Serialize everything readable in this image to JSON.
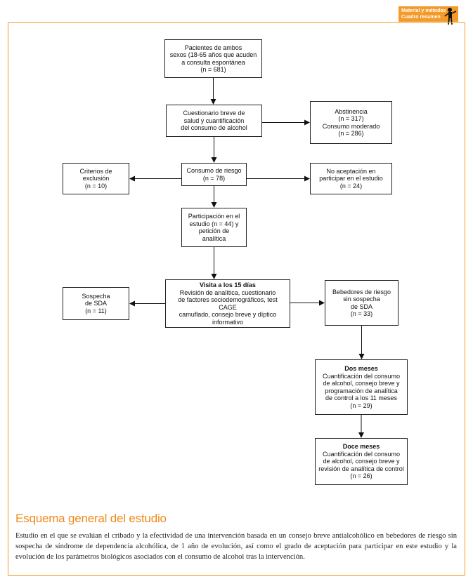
{
  "badge": {
    "line1": "Material y métodos",
    "line2": "Cuadro resumen"
  },
  "nodes": {
    "pacientes": {
      "title": "",
      "body": "Pacientes de ambos\nsexos (18-65 años que acuden\na consulta espontánea\n(n = 681)"
    },
    "cuestionario": {
      "title": "",
      "body": "Cuestionario breve de\nsalud y cuantificación\ndel consumo de alcohol"
    },
    "abstinencia": {
      "title": "",
      "body": "Abstinencia\n(n = 317)\nConsumo moderado\n(n = 286)"
    },
    "consumo_riesgo": {
      "title": "",
      "body": "Consumo de riesgo\n(n = 78)"
    },
    "criterios": {
      "title": "",
      "body": "Criterios de\nexclusión\n(n = 10)"
    },
    "no_aceptacion": {
      "title": "",
      "body": "No aceptación en\nparticipar en el estudio\n(n = 24)"
    },
    "participacion": {
      "title": "",
      "body": "Participación en el\nestudio (n = 44) y\npetición de\nanalítica"
    },
    "visita": {
      "title": "Visita a los 15 días",
      "body": "Revisión de analítica, cuestionario\nde factores sociodemográficos, test CAGE\ncamuflado, consejo breve y díptico\ninformativo"
    },
    "sospecha": {
      "title": "",
      "body": "Sospecha\nde SDA\n(n = 11)"
    },
    "bebedores": {
      "title": "",
      "body": "Bebedores de riesgo\nsin sospecha\nde SDA\n(n = 33)"
    },
    "dos_meses": {
      "title": "Dos meses",
      "body": "Cuantificación del consumo\nde alcohol, consejo breve y\nprogramación de analítica\nde control a los 11 meses\n(n = 29)"
    },
    "doce_meses": {
      "title": "Doce meses",
      "body": "Cuantificación del consumo\nde alcohol, consejo breve y\nrevisión de analítica de control\n(n = 26)"
    }
  },
  "edges": [
    {
      "from": "pacientes",
      "to": "cuestionario"
    },
    {
      "from": "cuestionario",
      "to": "abstinencia"
    },
    {
      "from": "cuestionario",
      "to": "consumo_riesgo"
    },
    {
      "from": "consumo_riesgo",
      "to": "criterios"
    },
    {
      "from": "consumo_riesgo",
      "to": "no_aceptacion"
    },
    {
      "from": "consumo_riesgo",
      "to": "participacion"
    },
    {
      "from": "participacion",
      "to": "visita"
    },
    {
      "from": "visita",
      "to": "sospecha"
    },
    {
      "from": "visita",
      "to": "bebedores"
    },
    {
      "from": "bebedores",
      "to": "dos_meses"
    },
    {
      "from": "dos_meses",
      "to": "doce_meses"
    }
  ],
  "caption": {
    "title": "Esquema general del estudio",
    "text": "Estudio en el que se evalúan el cribado y la efectividad de una intervención basada en un consejo breve antialcohólico en bebedores de riesgo sin sospecha de síndrome de dependencia alcohólica, de 1 año de evolución, así como el grado de aceptación para participar en este estudio y la evolución de los parámetros biológicos asociados con el consumo de alcohol tras la intervención."
  }
}
